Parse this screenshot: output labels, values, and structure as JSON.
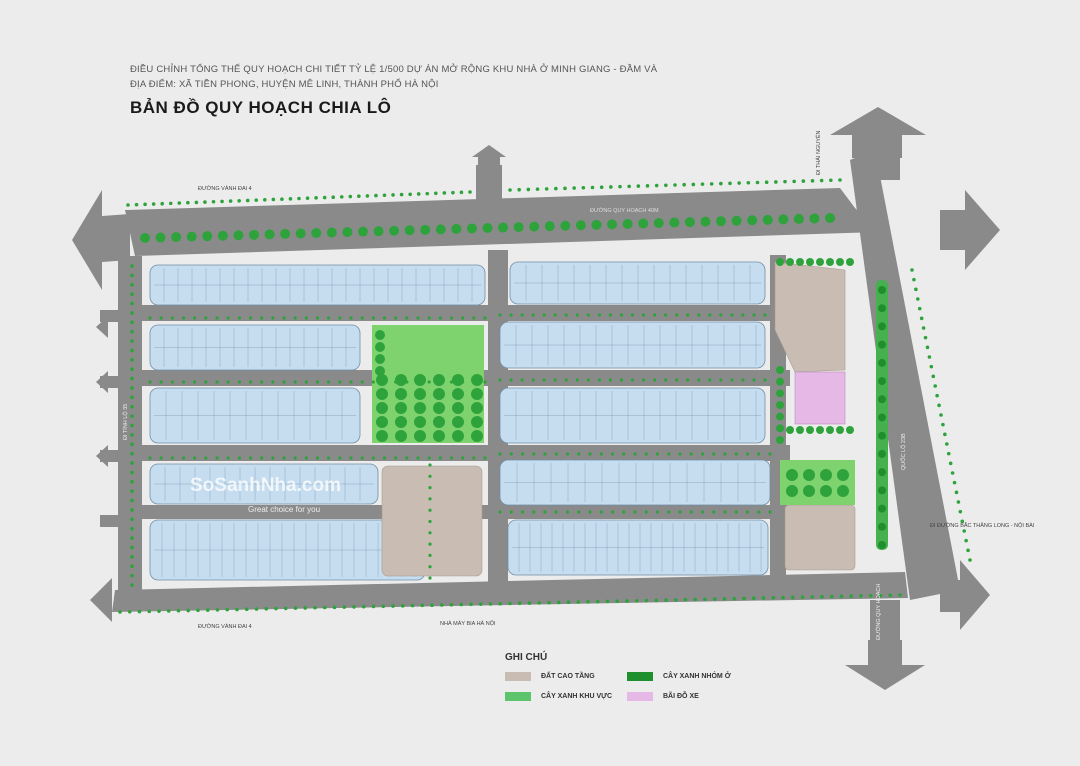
{
  "header": {
    "line1": "ĐIỀU CHỈNH TỔNG THỂ QUY HOẠCH CHI TIẾT TỶ LỆ 1/500 DỰ ÁN MỞ RỘNG KHU NHÀ Ở MINH GIANG - ĐẦM VÀ",
    "line2": "ĐỊA ĐIỂM: XÃ TIỀN PHONG, HUYỆN MÊ LINH, THÀNH PHỐ HÀ NỘI",
    "title": "BẢN ĐỒ QUY HOẠCH CHIA LÔ"
  },
  "roads": {
    "north": "ĐƯỜNG VÀNH ĐAI 4",
    "north_inner": "ĐƯỜNG QUY HOẠCH 40M",
    "south": "ĐƯỜNG VÀNH ĐAI 4",
    "south_note": "NHÀ MÁY BIA HÀ NỘI",
    "east_top": "ĐI THÁI NGUYÊN",
    "east_mid": "QUỐC LỘ 23B",
    "east_side": "ĐI ĐƯỜNG BẮC THĂNG LONG - NỘI BÀI",
    "east_bottom": "ĐƯỜNG QUY HOẠCH",
    "west": "ĐI TÍNH LỘ 35"
  },
  "watermark": {
    "brand": "SoSanhNha.com",
    "slogan": "Great choice for you"
  },
  "legend": {
    "title": "GHI CHÚ",
    "items": [
      {
        "label": "ĐẤT CAO TẦNG",
        "color": "#c9bcb2"
      },
      {
        "label": "CÂY XANH NHÓM Ở",
        "color": "#1f8f2e"
      },
      {
        "label": "CÂY XANH KHU VỰC",
        "color": "#5cc46a"
      },
      {
        "label": "BÃI ĐỖ XE",
        "color": "#e6b8e6"
      }
    ]
  },
  "colors": {
    "road": "#8a8a8a",
    "lot": "#c6ddf0",
    "lot_line": "#6f8ea8",
    "tree": "#2ea33c",
    "tree_light": "#7fd36f",
    "highrise": "#c9bcb2",
    "parking": "#e6b8e6"
  }
}
